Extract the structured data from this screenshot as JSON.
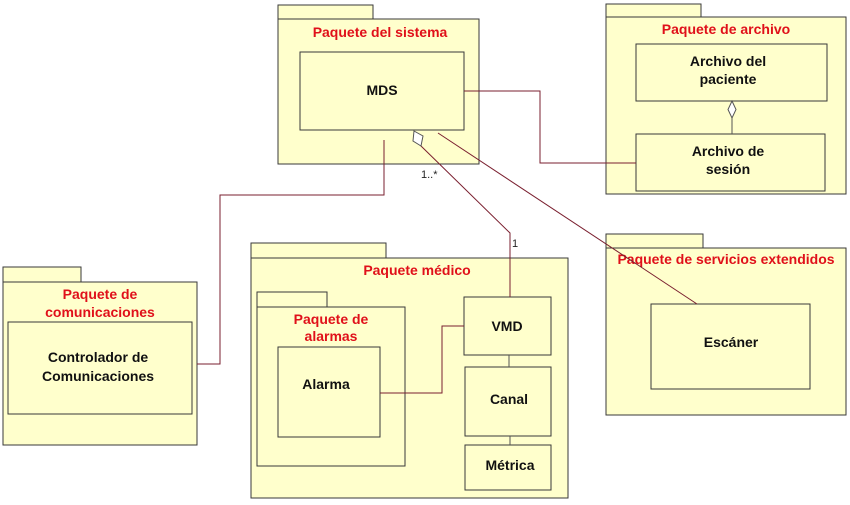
{
  "packages": {
    "system": "Paquete del sistema",
    "archive": "Paquete de archivo",
    "ext_services": "Paquete de servicios extendidos",
    "comms_line1": "Paquete de",
    "comms_line2": "comunicaciones",
    "medical": "Paquete médico",
    "alarms_line1": "Paquete de",
    "alarms_line2": "alarmas"
  },
  "classes": {
    "mds": "MDS",
    "patient_file_line1": "Archivo del",
    "patient_file_line2": "paciente",
    "session_file_line1": "Archivo de",
    "session_file_line2": "sesión",
    "scanner": "Escáner",
    "comm_ctrl_line1": "Controlador de",
    "comm_ctrl_line2": "Comunicaciones",
    "alarm": "Alarma",
    "vmd": "VMD",
    "channel": "Canal",
    "metric": "Métrica"
  },
  "multiplicities": {
    "mds_side": "1..*",
    "vmd_side": "1"
  },
  "colors": {
    "package_fill": "#ffffcc",
    "package_title": "#e0101a",
    "connector": "#7a1f2f"
  }
}
